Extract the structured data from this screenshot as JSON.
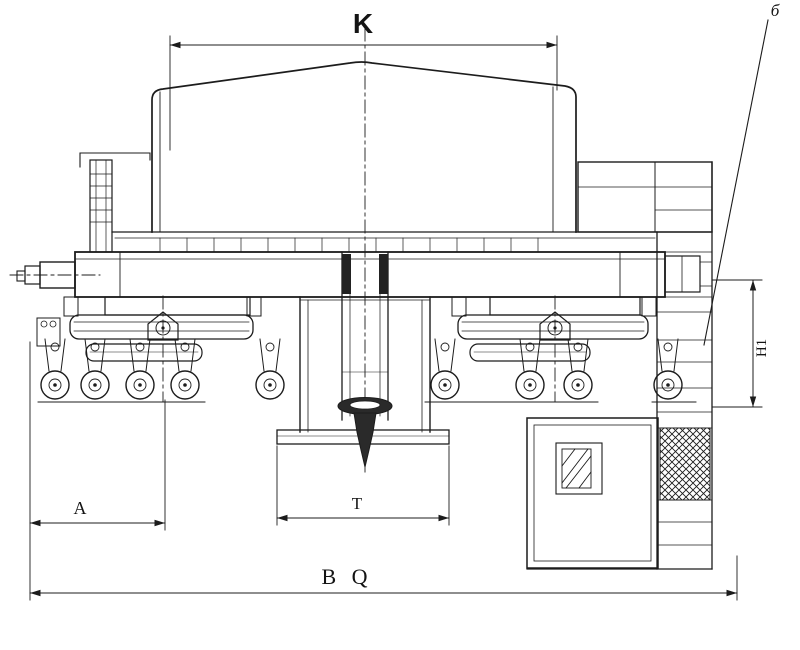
{
  "drawing": {
    "background_color": "#ffffff",
    "line_color": "#1c1c1c",
    "labels": {
      "k": "K",
      "callout": "б",
      "a": "A",
      "t": "T",
      "bq": "B Q",
      "h1": "H1"
    }
  }
}
